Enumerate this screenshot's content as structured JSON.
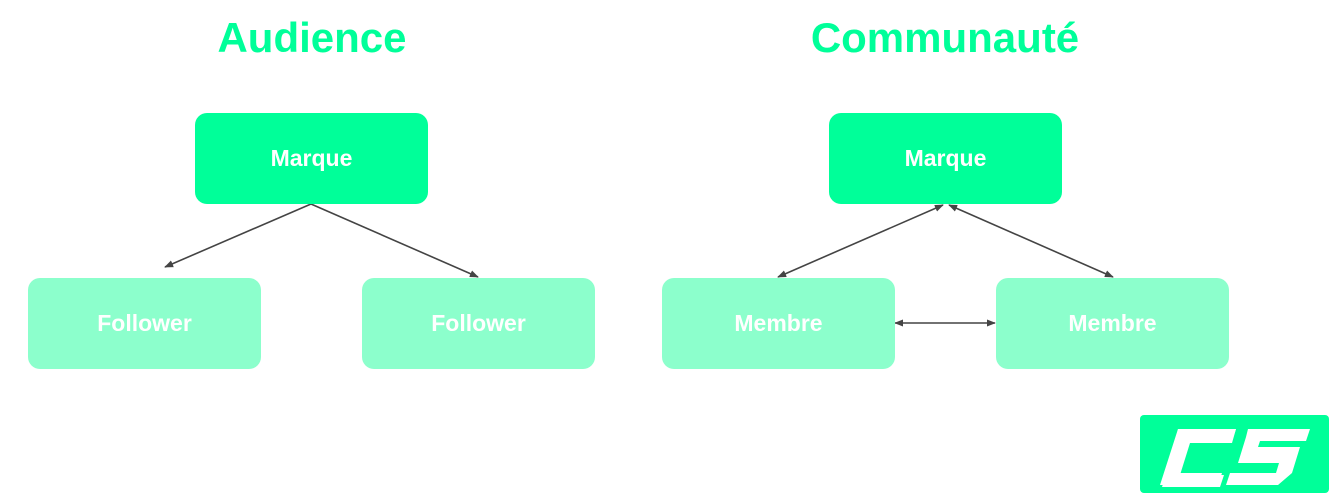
{
  "colors": {
    "primary": "#00ff99",
    "secondary": "#8cffcc",
    "title": "#00ff99",
    "arrow": "#444444",
    "box_text": "#ffffff"
  },
  "audience": {
    "title": "Audience",
    "top_label": "Marque",
    "left_label": "Follower",
    "right_label": "Follower"
  },
  "communaute": {
    "title": "Communauté",
    "top_label": "Marque",
    "left_label": "Membre",
    "right_label": "Membre"
  },
  "logo": {
    "icon": "cs-logo-icon",
    "text": "CS"
  }
}
